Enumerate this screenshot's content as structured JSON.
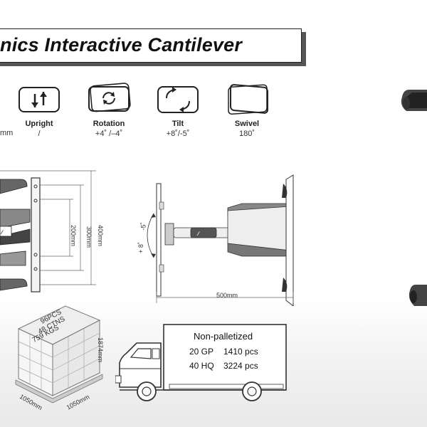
{
  "title": "nics Interactive Cantilever",
  "icons": [
    {
      "name": "upright",
      "label": "Upright",
      "value": "/"
    },
    {
      "name": "rotation",
      "label": "Rotation",
      "value": "+4˚ /–4˚"
    },
    {
      "name": "tilt",
      "label": "Tilt",
      "value": "+8˚/-5˚"
    },
    {
      "name": "swivel",
      "label": "Swivel",
      "value": "180˚"
    }
  ],
  "left_value_fragment": "mm",
  "dimensions": {
    "h200": "200mm",
    "h300": "300mm",
    "h400": "400mm",
    "tilt_minus": "-5˚",
    "tilt_plus": "+ 8˚",
    "depth": "500mm",
    "pallet_height": "1874mm",
    "pallet_w1": "1050mm",
    "pallet_w2": "1050mm"
  },
  "pallet": {
    "pcs": "96PCS",
    "ctns": "48 CTNS",
    "kgs": "759 KGS"
  },
  "shipping": {
    "heading": "Non-palletized",
    "row1_label": "20 GP",
    "row1_value": "1410 pcs",
    "row2_label": "40 HQ",
    "row2_value": "3224 pcs"
  }
}
